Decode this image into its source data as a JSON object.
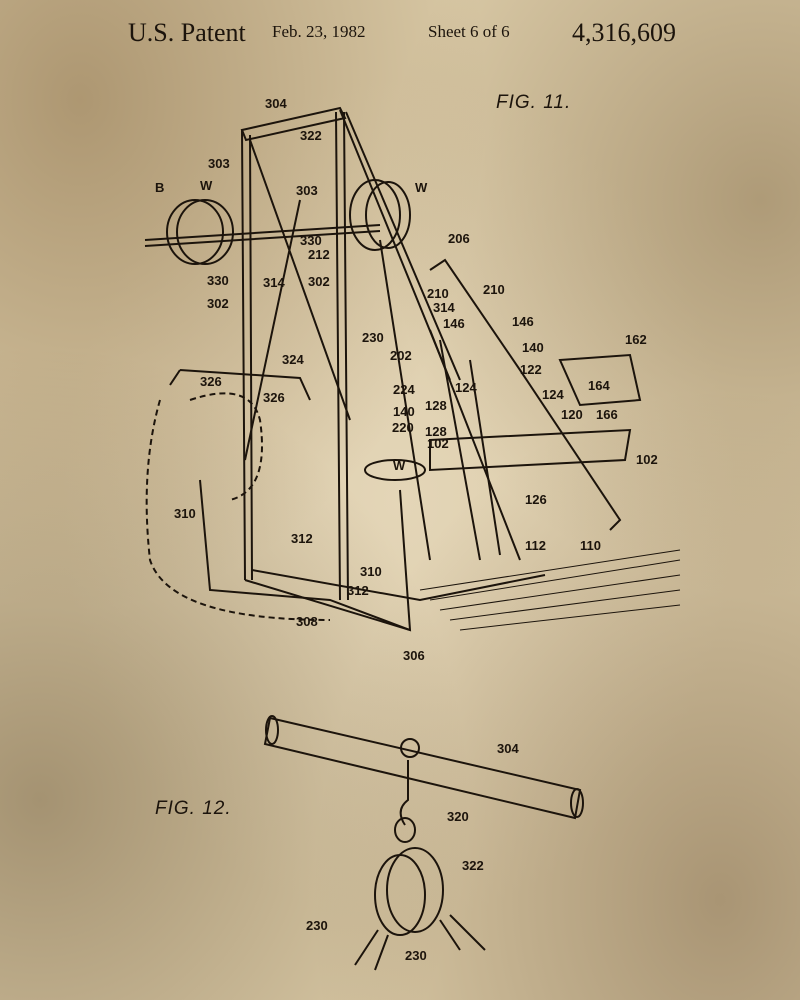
{
  "header": {
    "patent": "U.S. Patent",
    "date": "Feb. 23, 1982",
    "sheet": "Sheet 6 of 6",
    "number": "4,316,609"
  },
  "fig11": {
    "title": "FIG. 11.",
    "labels": [
      "304",
      "322",
      "303",
      "303",
      "B",
      "W",
      "W",
      "330",
      "330",
      "212",
      "206",
      "302",
      "314",
      "302",
      "210",
      "210",
      "314",
      "146",
      "146",
      "230",
      "202",
      "140",
      "162",
      "122",
      "124",
      "124",
      "164",
      "224",
      "128",
      "140",
      "120",
      "166",
      "220",
      "128",
      "102",
      "102",
      "W",
      "324",
      "326",
      "326",
      "310",
      "312",
      "126",
      "112",
      "110",
      "310",
      "312",
      "308",
      "306"
    ]
  },
  "fig12": {
    "title": "FIG. 12.",
    "labels": [
      "304",
      "320",
      "322",
      "230",
      "230"
    ]
  }
}
